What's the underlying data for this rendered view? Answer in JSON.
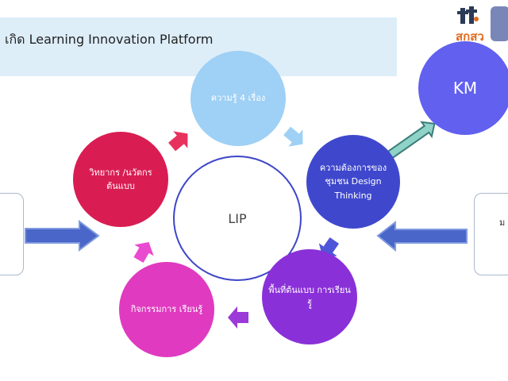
{
  "title": "เกิด Learning Innovation Platform",
  "logo": {
    "text": "สกสว"
  },
  "center": {
    "label": "LIP"
  },
  "nodes": {
    "knowledge": "ความรู้ 4 เรื่อง",
    "needs": "ความต้องการของ ชุมชน Design Thinking",
    "space": "พื้นที่ต้นแบบ การเรียนรู้",
    "activity": "กิจกรรมการ เรียนรู้",
    "resource": "วิทยากร /นวัตกร ต้นแบบ",
    "km": "KM"
  },
  "right_box": {
    "text": "ม"
  },
  "colors": {
    "knowledge": "#9fd0f5",
    "needs": "#3f48cc",
    "space": "#8a30d8",
    "activity": "#e03ac0",
    "resource": "#d91d52",
    "km": "#6160ef",
    "side_arrow": "#4a66c8",
    "km_link": "#8fd3c8"
  },
  "icons": [
    "logo-mark-icon",
    "side-arrow-icon",
    "cycle-arrow-icon",
    "double-arrow-icon"
  ]
}
